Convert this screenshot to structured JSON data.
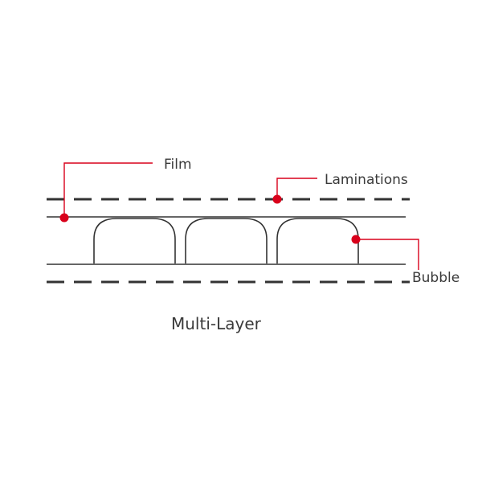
{
  "diagram": {
    "caption": "Multi-Layer",
    "labels": {
      "film": "Film",
      "laminations": "Laminations",
      "bubble": "Bubble"
    },
    "colors": {
      "line": "#333333",
      "callout": "#d9001b",
      "text": "#3a3a3a"
    }
  }
}
